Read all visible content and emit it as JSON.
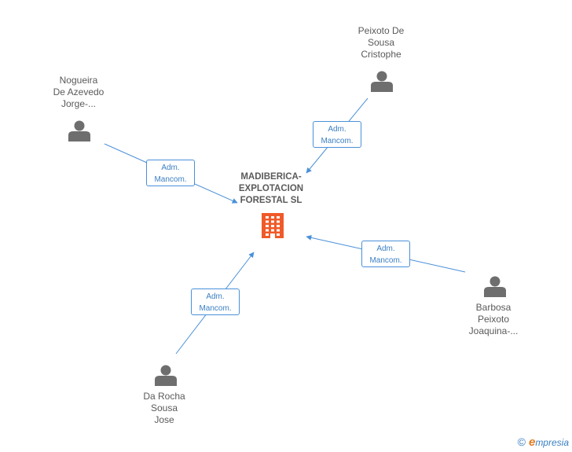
{
  "company": {
    "lines": [
      "MADIBERICA-",
      "EXPLOTACION",
      "FORESTAL SL"
    ],
    "icon": "building-icon",
    "color": "#f05a28"
  },
  "persons": [
    {
      "id": "peixoto",
      "lines": [
        "Peixoto De",
        "Sousa",
        "Cristophe"
      ],
      "icon": "person-icon"
    },
    {
      "id": "nogueira",
      "lines": [
        "Nogueira",
        "De Azevedo",
        "Jorge-..."
      ],
      "icon": "person-icon"
    },
    {
      "id": "barbosa",
      "lines": [
        "Barbosa",
        "Peixoto",
        "Joaquina-..."
      ],
      "icon": "person-icon"
    },
    {
      "id": "darocha",
      "lines": [
        "Da Rocha",
        "Sousa",
        "Jose"
      ],
      "icon": "person-icon"
    }
  ],
  "relations": [
    {
      "from": "peixoto",
      "lines": [
        "Adm.",
        "Mancom."
      ]
    },
    {
      "from": "nogueira",
      "lines": [
        "Adm.",
        "Mancom."
      ]
    },
    {
      "from": "barbosa",
      "lines": [
        "Adm.",
        "Mancom."
      ]
    },
    {
      "from": "darocha",
      "lines": [
        "Adm.",
        "Mancom."
      ]
    }
  ],
  "colors": {
    "edge": "#4a90d9",
    "person": "#6e6e6e",
    "text": "#5a5a5a"
  },
  "footer": {
    "copyright": "©",
    "brand_first": "e",
    "brand_rest": "mpresia"
  }
}
